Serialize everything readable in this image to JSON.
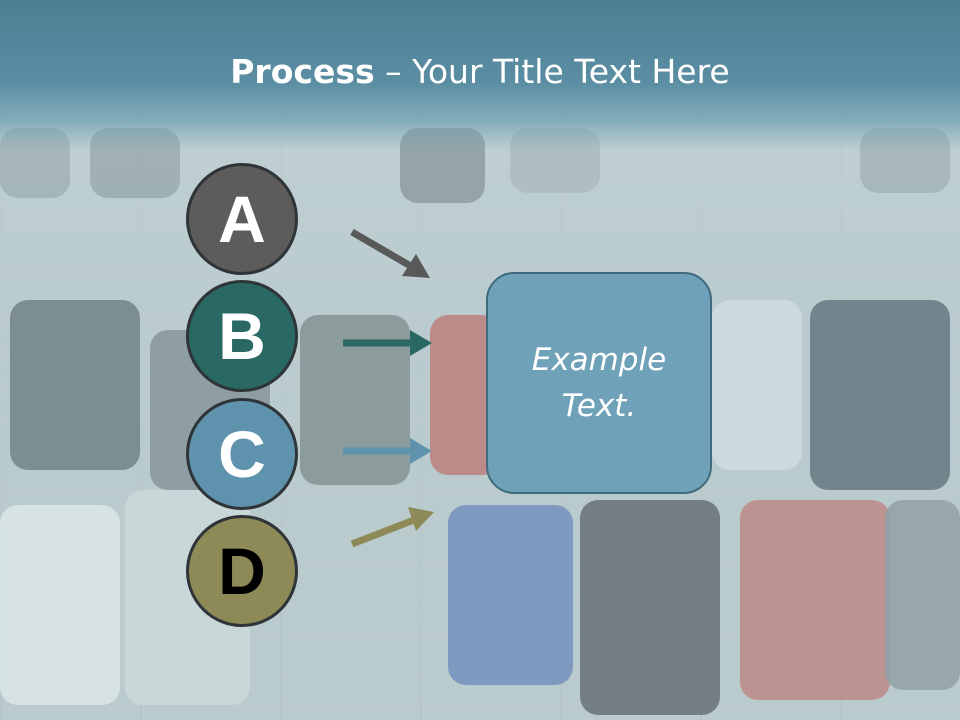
{
  "title": {
    "bold": "Process",
    "rest": " – Your Title Text Here"
  },
  "steps": [
    {
      "letter": "A"
    },
    {
      "letter": "B"
    },
    {
      "letter": "C"
    },
    {
      "letter": "D"
    }
  ],
  "box": {
    "text": "Example\nText."
  },
  "colors": {
    "title_bar": "#5b8ea3",
    "step_a": "#5d5c5b",
    "step_b": "#2a6863",
    "step_c": "#5f93ad",
    "step_d": "#8d8a57",
    "box": "#6fa1b8"
  }
}
